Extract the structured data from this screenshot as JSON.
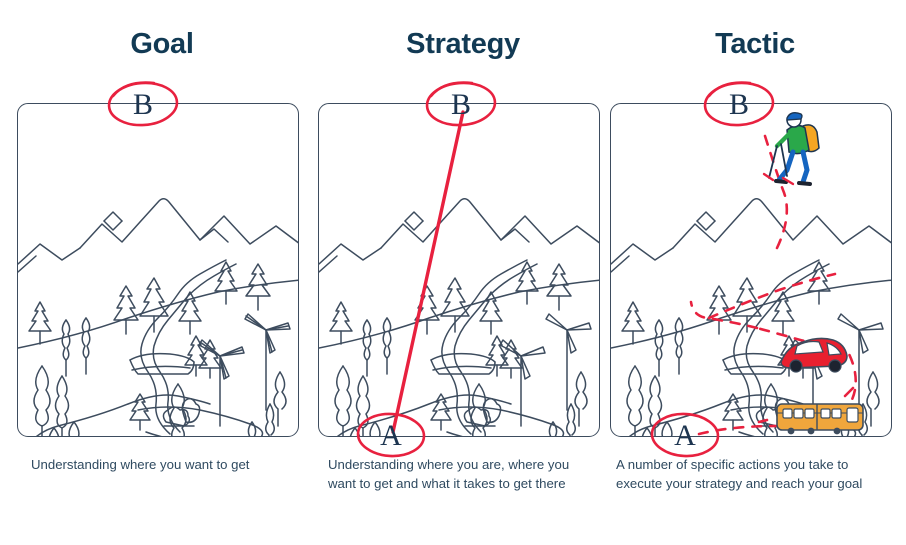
{
  "panels": [
    {
      "id": "goal",
      "heading": "Goal",
      "caption": "Understanding where you want to get",
      "markers": [
        "B"
      ]
    },
    {
      "id": "strategy",
      "heading": "Strategy",
      "caption": "Understanding where you are, where you want to get and what it takes to get there",
      "markers": [
        "B",
        "A"
      ]
    },
    {
      "id": "tactic",
      "heading": "Tactic",
      "caption": "A number of specific actions you take to execute your strategy and reach your goal",
      "markers": [
        "B",
        "A"
      ]
    }
  ],
  "markers": {
    "start_label": "A",
    "end_label": "B"
  },
  "colors": {
    "heading": "#123a54",
    "caption": "#2f4a60",
    "line_art": "#3d4c5e",
    "accent_red": "#e8213f",
    "frame_border": "#3d4c5e",
    "hiker_jacket": "#2aa84a",
    "hiker_pants": "#1565c0",
    "hiker_backpack": "#f5a623",
    "car_body": "#e8202f",
    "tram_body": "#f0a63c",
    "background": "#ffffff"
  },
  "illustrations": {
    "goal": [
      "mountains",
      "pine-trees",
      "winding-road",
      "bridge",
      "wind-turbines",
      "bushes"
    ],
    "strategy": [
      "mountains",
      "pine-trees",
      "winding-road",
      "bridge",
      "wind-turbines",
      "bushes",
      "straight-red-line"
    ],
    "tactic": [
      "mountains",
      "pine-trees",
      "winding-road",
      "bridge",
      "wind-turbines",
      "bushes",
      "dashed-red-route",
      "hiker",
      "car",
      "tram"
    ]
  }
}
